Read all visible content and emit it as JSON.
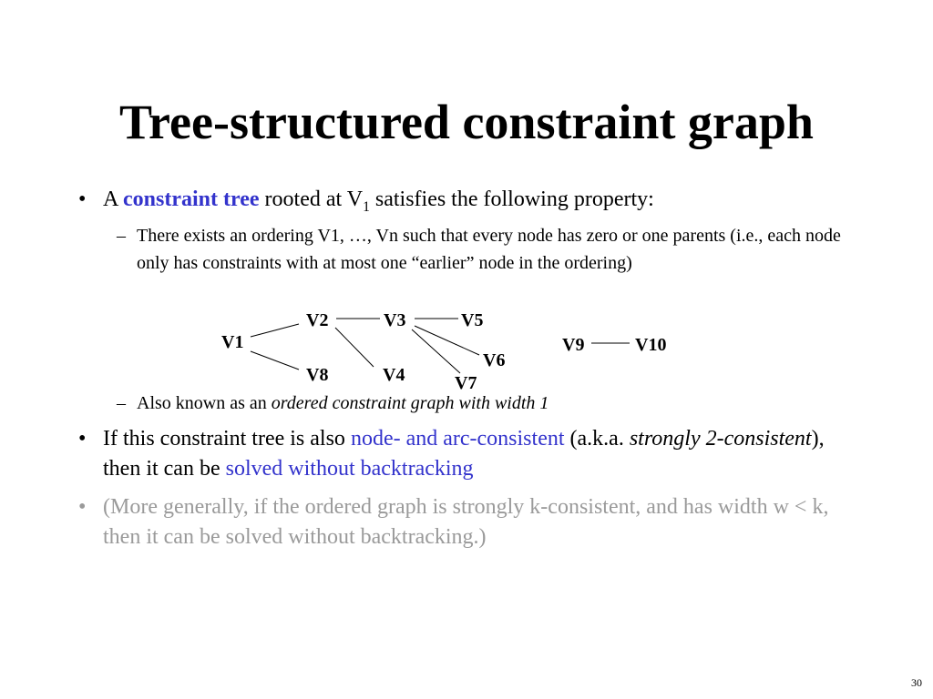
{
  "slide": {
    "title": "Tree-structured constraint graph",
    "page_number": "30"
  },
  "bullet1": {
    "prefix": "A ",
    "term": "constraint tree",
    "middle": " rooted at V",
    "subscript": "1",
    "suffix": " satisfies the following property:"
  },
  "sub1": {
    "text": "There exists an ordering V1, …, Vn such that every node has zero or one parents (i.e., each node only has constraints with at most one “earlier” node in the ordering)"
  },
  "graph": {
    "nodes": [
      "V1",
      "V2",
      "V3",
      "V4",
      "V5",
      "V6",
      "V7",
      "V8",
      "V9",
      "V10"
    ],
    "edges": [
      [
        "V1",
        "V2"
      ],
      [
        "V1",
        "V8"
      ],
      [
        "V2",
        "V3"
      ],
      [
        "V2",
        "V4"
      ],
      [
        "V3",
        "V5"
      ],
      [
        "V3",
        "V6"
      ],
      [
        "V3",
        "V7"
      ],
      [
        "V9",
        "V10"
      ]
    ]
  },
  "sub2": {
    "prefix": "Also known as an ",
    "italic": "ordered constraint graph with width 1"
  },
  "bullet2": {
    "prefix": "If this constraint tree is also ",
    "highlight1": "node- and arc-consistent",
    "middle": " (a.k.a. ",
    "italic": "strongly 2-consistent",
    "middle2": "), then it can be ",
    "highlight2": "solved without backtracking"
  },
  "bullet3": {
    "text": "(More generally, if the ordered graph is strongly k-consistent, and has width w < k, then it can be solved without backtracking.)"
  },
  "colors": {
    "accent": "#3333cc",
    "muted": "#9a9a9a"
  }
}
